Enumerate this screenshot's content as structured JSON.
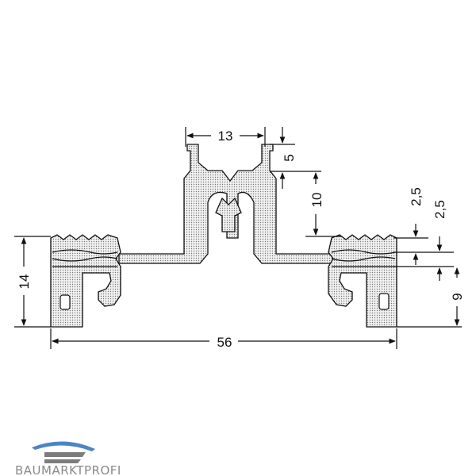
{
  "drawing": {
    "dimensions": {
      "top_width": "13",
      "top_height": "5",
      "center_height": "10",
      "right_step_a": "2,5",
      "right_step_b": "2,5",
      "left_height": "14",
      "right_height": "9",
      "total_width": "56"
    }
  },
  "logo": {
    "text": "BAUMARKTPROFI",
    "colors": {
      "roof": "#4a86c5",
      "body": "#7c7c7c"
    }
  }
}
